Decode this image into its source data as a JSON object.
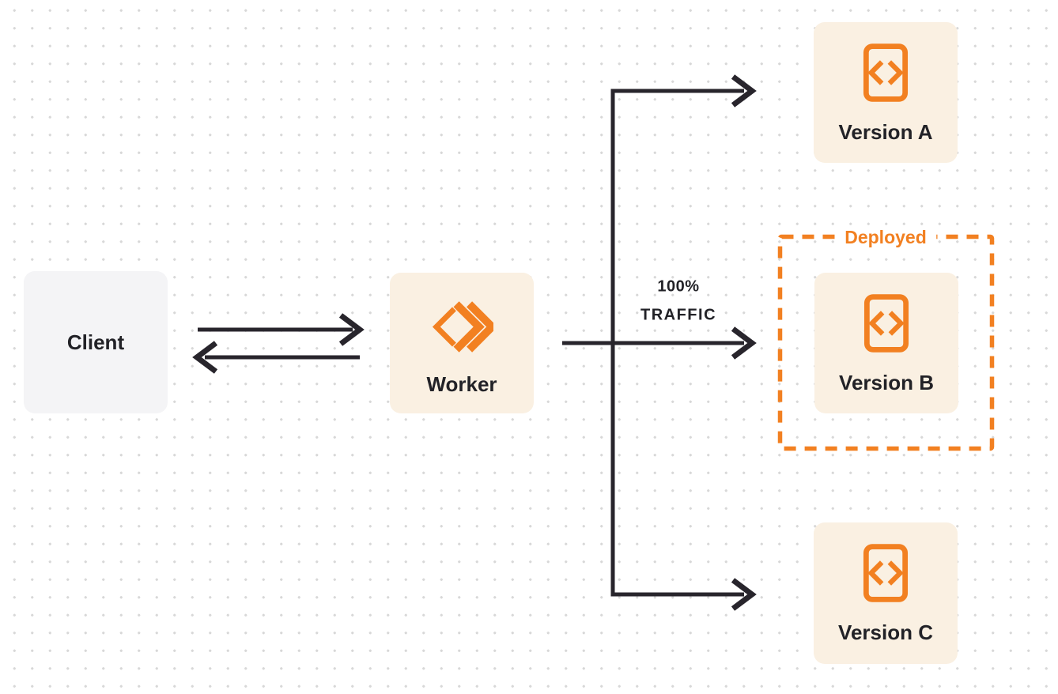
{
  "colors": {
    "accent": "#F28021",
    "arrow": "#28252C",
    "node-cream": "#FAF0E2",
    "node-gray": "#F4F4F6",
    "canvas": "#FFFFFF",
    "dot": "#D8D8D8",
    "text": "#222227"
  },
  "nodes": {
    "client": {
      "label": "Client"
    },
    "worker": {
      "label": "Worker"
    },
    "version_a": {
      "label": "Version A"
    },
    "version_b": {
      "label": "Version B"
    },
    "version_c": {
      "label": "Version C"
    }
  },
  "annotations": {
    "deployed": {
      "label": "Deployed"
    },
    "traffic": {
      "line1": "100%",
      "line2": "TRAFFIC"
    }
  },
  "icons": {
    "worker_icon": "double-chevron-diamond-logo",
    "version_icon": "code-file-brackets",
    "connectors": "black-arrows"
  }
}
